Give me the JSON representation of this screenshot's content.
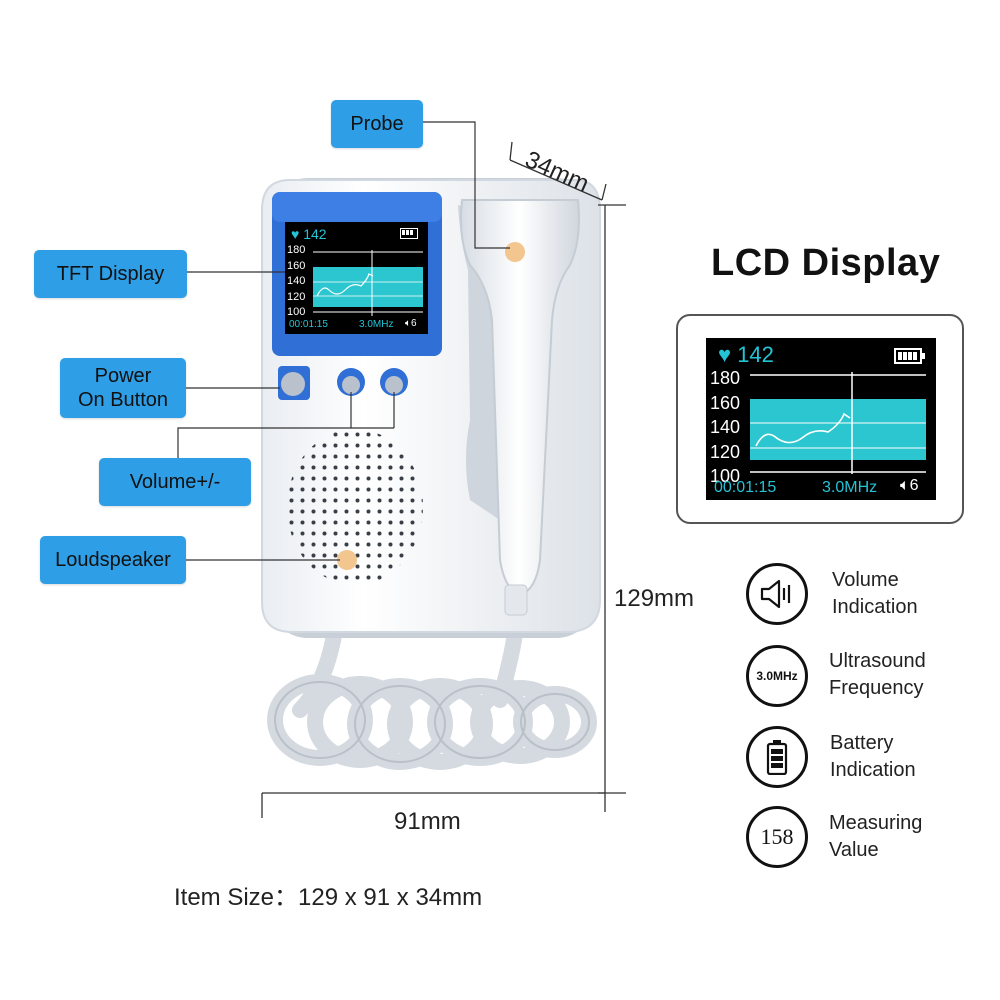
{
  "callouts": {
    "probe": "Probe",
    "tft_display": "TFT Display",
    "power_line1": "Power",
    "power_line2": "On Button",
    "volume": "Volume+/-",
    "loudspeaker": "Loudspeaker"
  },
  "dimensions": {
    "depth": "34mm",
    "height": "129mm",
    "width": "91mm"
  },
  "item_size": "Item Size：129 x 91 x 34mm",
  "lcd_panel": {
    "title": "LCD Display",
    "heart_rate": "142",
    "y_ticks": [
      "180",
      "160",
      "140",
      "120",
      "100"
    ],
    "timer": "00:01:15",
    "frequency": "3.0MHz",
    "volume_level": "6"
  },
  "device_screen": {
    "heart_rate": "142",
    "y_ticks": [
      "180",
      "160",
      "140",
      "120",
      "100"
    ],
    "timer": "00:01:15",
    "frequency": "3.0MHz",
    "volume_level": "6"
  },
  "legend": [
    {
      "icon": "speaker-icon",
      "line1": "Volume",
      "line2": "Indication"
    },
    {
      "icon": "frequency-badge",
      "badge": "3.0MHz",
      "line1": "Ultrasound",
      "line2": "Frequency"
    },
    {
      "icon": "battery-icon",
      "line1": "Battery",
      "line2": "Indication"
    },
    {
      "icon": "measure-value",
      "badge": "158",
      "line1": "Measuring",
      "line2": "Value"
    }
  ],
  "colors": {
    "callout_bg": "#2e9ee6",
    "lcd_cyan": "#23c4d6",
    "device_blue": "#2f6fd6"
  }
}
